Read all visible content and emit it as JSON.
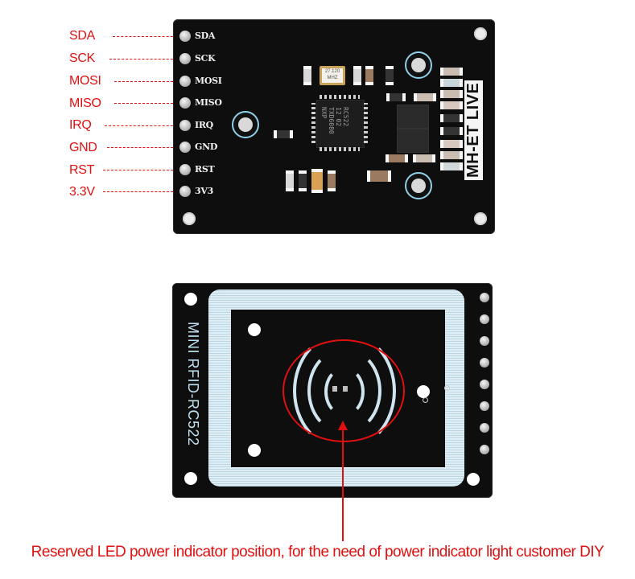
{
  "front_board": {
    "pins": [
      {
        "label": "SDA",
        "silk": "SDA"
      },
      {
        "label": "SCK",
        "silk": "SCK"
      },
      {
        "label": "MOSI",
        "silk": "MOSI"
      },
      {
        "label": "MISO",
        "silk": "MISO"
      },
      {
        "label": "IRQ",
        "silk": "IRQ"
      },
      {
        "label": "GND",
        "silk": "GND"
      },
      {
        "label": "RST",
        "silk": "RST"
      },
      {
        "label": "3.3V",
        "silk": "3V3"
      }
    ],
    "brand": "MH-ET LIVE",
    "chip_marking": "RC522\n12 02\nTXD6080\nNXP",
    "crystal_marking": "27.120\nMHZ"
  },
  "back_board": {
    "title": "MINI RFID-RC522",
    "pad_count": 8
  },
  "annotation": {
    "caption": "Reserved LED power indicator position, for the need of power indicator light customer DIY",
    "color": "#e01010"
  },
  "colors": {
    "pcb": "#0e0e0e",
    "silkscreen": "#f2f2f2",
    "antenna": "#cfe4ee",
    "annotation_red": "#e01010"
  }
}
